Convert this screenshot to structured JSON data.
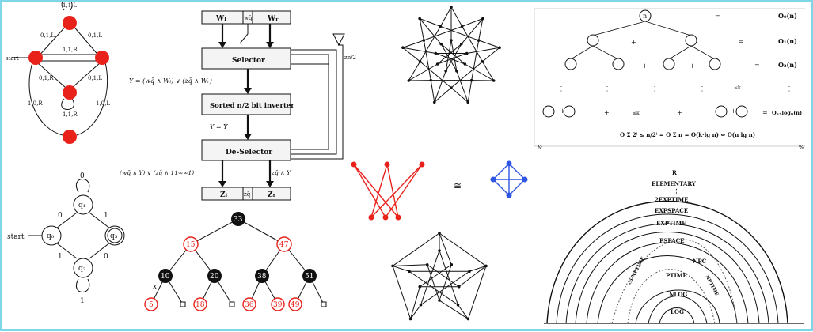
{
  "colors": {
    "frame": "#7fd6e6",
    "red": "#e8221b",
    "blue": "#2f55e4",
    "black": "#111111"
  },
  "dfa1": {
    "start": "start",
    "edges": {
      "self_top": "1,1,L",
      "left_top": "0,1,L",
      "right_top": "0,1,L",
      "mid": "1,1,R",
      "left_bot": "0,1,R",
      "right_bot": "0,1,L",
      "self_bot": "1,1,R",
      "outer_left": "1,0,R",
      "outer_right": "1,0,L"
    }
  },
  "circuit": {
    "wl": "Wₗ",
    "wq": "wq̄",
    "wr": "Wᵣ",
    "selector": "Selector",
    "eq1": "Y = (wq̄ ∧ Wₗ) ∨ (zq̄ ∧ Wᵣ)",
    "inverter": "Sorted n/2 bit inverter",
    "eq2": "Y = Ȳ",
    "deselector": "De-Selector",
    "eq3": "(wq̄ ∧ Y) ∨ (zq̄ ∧ 11∞∞1)",
    "eq4": "zq̄ ∧ Y",
    "zl": "Zₗ",
    "zq": "zq̄",
    "zr": "Zᵣ",
    "side": "zn/2"
  },
  "dfa2": {
    "start": "start",
    "states": [
      "q₁",
      "q₀",
      "q₃",
      "q₂"
    ],
    "labels": {
      "top_self": "0",
      "left_top": "0",
      "right_top": "1",
      "left_bot": "1",
      "right_bot": "0",
      "bot_self": "1"
    }
  },
  "rbtree": {
    "root": "33",
    "l1": "15",
    "r1": "47",
    "l2": [
      "10",
      "20",
      "38",
      "51"
    ],
    "leaves": [
      "5",
      "18",
      "36",
      "39",
      "49"
    ],
    "x": "x"
  },
  "bip": {
    "approx": "≅"
  },
  "recursion": {
    "root": "n",
    "eq": "=",
    "rows": [
      "O₀(n)",
      "O₁(n)",
      "O₂(n)",
      "Oₖ₊logₙ(n)"
    ],
    "plus": "+",
    "dots": "⋮",
    "kof": "≤k",
    "bottom": "O  Σ 2ⁱ ≤ n/2ⁱ  =  O  Σ n = O(k·lg n)  ⇔  O(n lg n)",
    "amp": "&",
    "pct": "%"
  },
  "hierarchy": {
    "labels": [
      "R",
      "ELEMENTARY",
      "⋮",
      "2EXPTIME",
      "EXPSPACE",
      "EXPTIME",
      "PSPACE",
      "co-NPTIME",
      "NPC",
      "NPTIME",
      "PTIME",
      "NLOG",
      "LOG"
    ]
  }
}
